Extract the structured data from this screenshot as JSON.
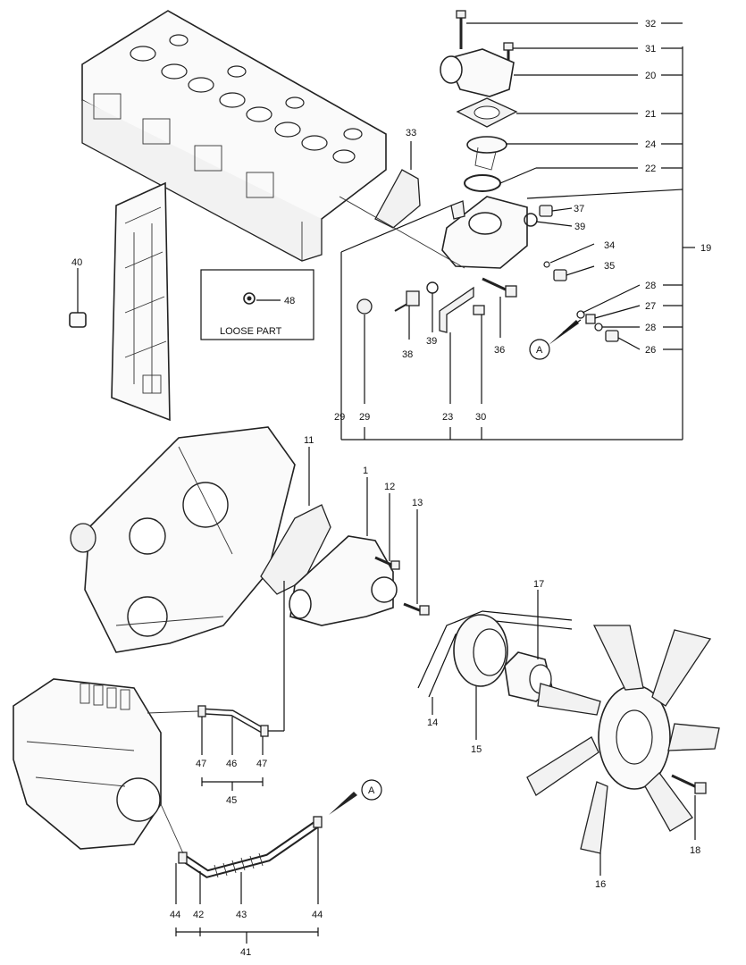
{
  "loose_part_box": {
    "label": "LOOSE PART",
    "part_no": "48"
  },
  "callouts": [
    "1",
    "11",
    "12",
    "13",
    "14",
    "15",
    "16",
    "17",
    "18",
    "19",
    "20",
    "21",
    "22",
    "23",
    "24",
    "26",
    "27",
    "28",
    "29",
    "30",
    "31",
    "32",
    "33",
    "34",
    "35",
    "36",
    "37",
    "38",
    "39",
    "40",
    "41",
    "42",
    "43",
    "44",
    "45",
    "46",
    "47",
    "A"
  ]
}
